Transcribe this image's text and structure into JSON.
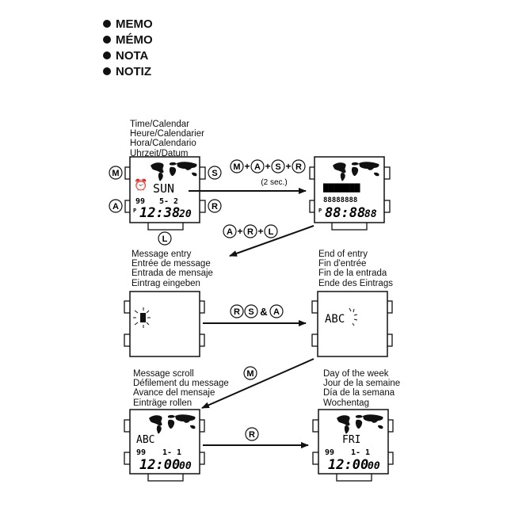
{
  "headings": [
    "MEMO",
    "MÉMO",
    "NOTA",
    "NOTIZ"
  ],
  "labels": {
    "time_calendar": [
      "Time/Calendar",
      "Heure/Calendarier",
      "Hora/Calendario",
      "Uhrzeit/Datum"
    ],
    "message_entry": [
      "Message entry",
      "Entrée de message",
      "Entrada de mensaje",
      "Eintrag eingeben"
    ],
    "end_of_entry": [
      "End of entry",
      "Fin d'entrée",
      "Fin de la entrada",
      "Ende des Eintrags"
    ],
    "message_scroll": [
      "Message scroll",
      "Défilement du message",
      "Avance del mensaje",
      "Einträge rollen"
    ],
    "day_of_week": [
      "Day of the week",
      "Jour de la semaine",
      "Día de la semana",
      "Wochentag"
    ]
  },
  "buttons": {
    "M": "M",
    "S": "S",
    "A": "A",
    "R": "R",
    "L": "L"
  },
  "operations": {
    "op1_keys": [
      "M",
      "A",
      "S",
      "R"
    ],
    "op1_note": "(2 sec.)",
    "op2_keys": [
      "A",
      "R",
      "L"
    ],
    "op3_keys": [
      "R",
      "S"
    ],
    "op3_amp": "&",
    "op3_last": "A",
    "op4_key": "M",
    "op5_key": "R"
  },
  "displays": {
    "w1": {
      "top": "SUN",
      "mid_left": "99",
      "mid_right": "5- 2",
      "small": "P",
      "time": "12:38",
      "sec": "20"
    },
    "w2": {
      "top": "▇▇▇▇▇▇▇",
      "mid": "88888888",
      "small": "P",
      "time": "88:88",
      "sec": "88"
    },
    "w3": {
      "cursor": "▮"
    },
    "w4": {
      "text": "ABC"
    },
    "w5": {
      "top": "ABC",
      "mid_left": "99",
      "mid_right": "1- 1",
      "time": "12:00",
      "sec": "00"
    },
    "w6": {
      "top": "FRI",
      "mid_left": "99",
      "mid_right": "1- 1",
      "time": "12:00",
      "sec": "00"
    }
  }
}
